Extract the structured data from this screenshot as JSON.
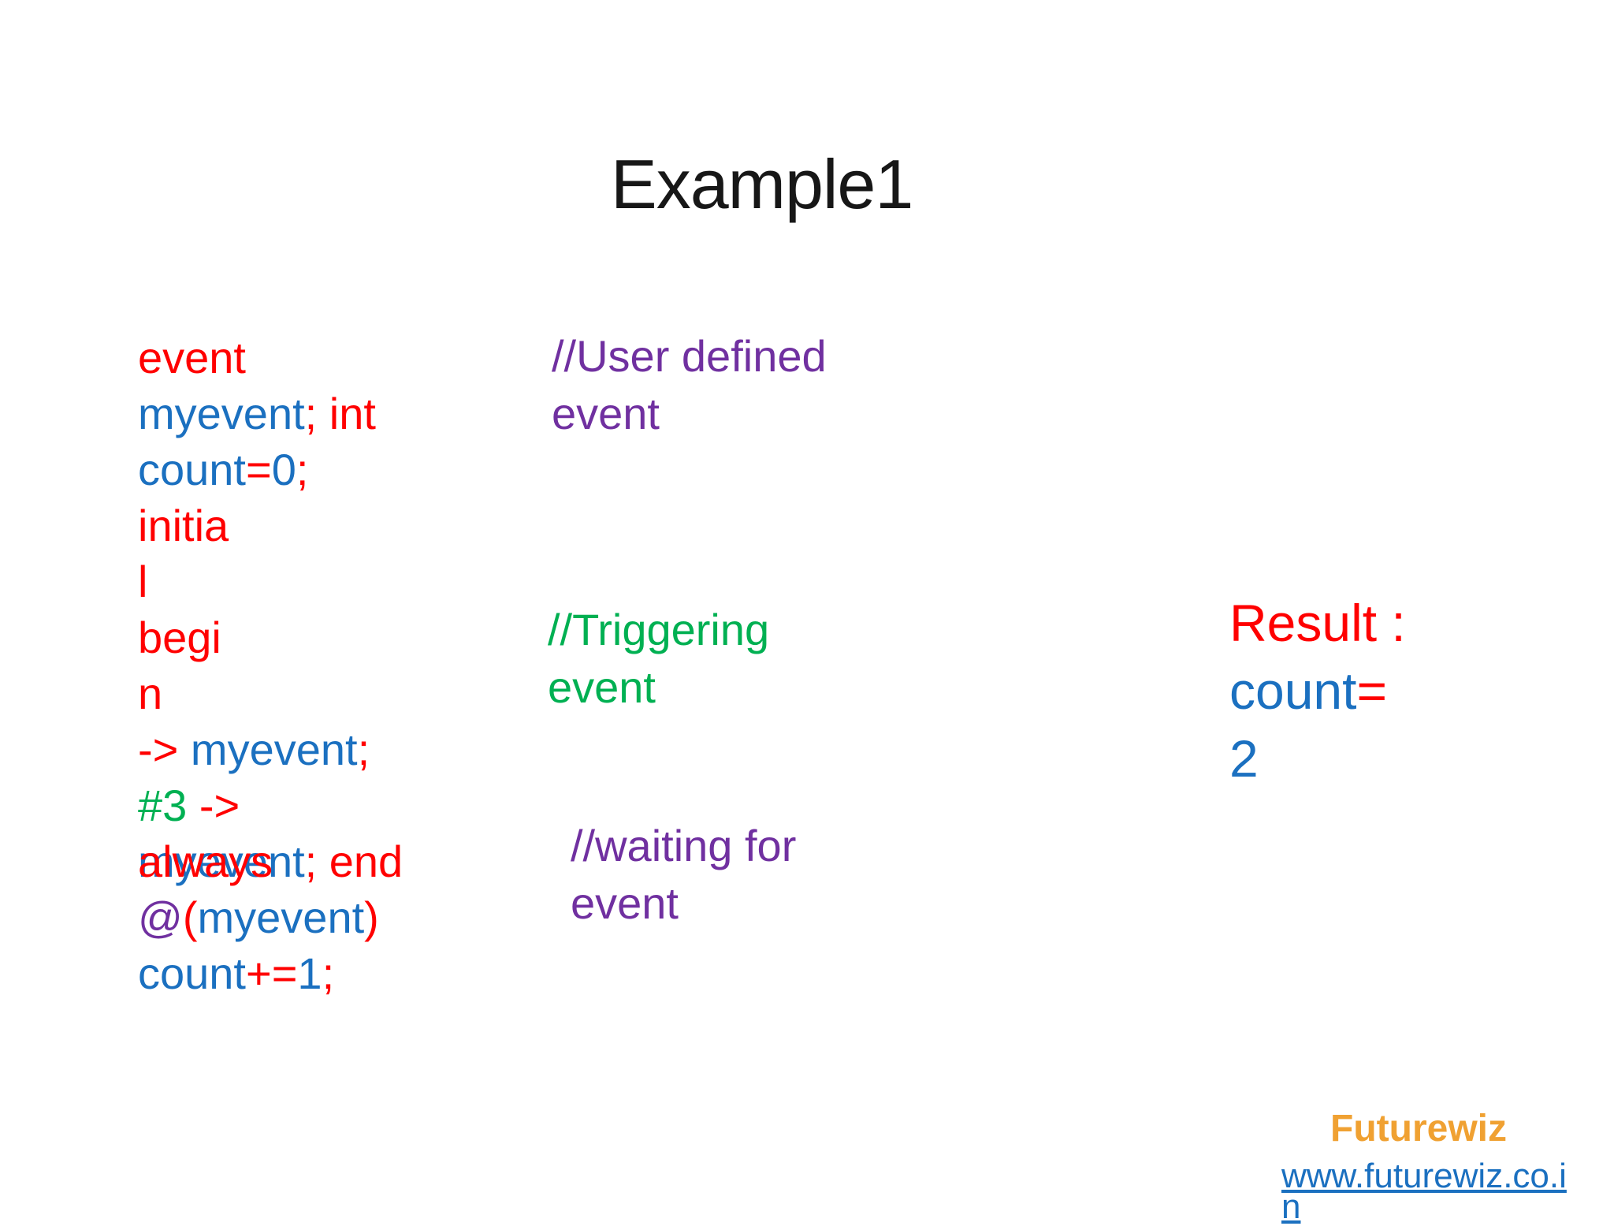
{
  "slide": {
    "title": "Example1",
    "colors": {
      "red": "#FF0000",
      "blue": "#1B70C0",
      "green": "#00B052",
      "purple": "#7030A0",
      "orange": "#F0A132",
      "title": "#171717"
    },
    "code_block": {
      "lines": [
        [
          {
            "t": "event",
            "c": "red"
          }
        ],
        [
          {
            "t": "myevent",
            "c": "blue"
          },
          {
            "t": "; int",
            "c": "red"
          }
        ],
        [
          {
            "t": "count",
            "c": "blue"
          },
          {
            "t": "=",
            "c": "red"
          },
          {
            "t": "0",
            "c": "blue"
          },
          {
            "t": ";",
            "c": "red"
          }
        ],
        [
          {
            "t": "initia",
            "c": "red"
          }
        ],
        [
          {
            "t": "l",
            "c": "red"
          }
        ],
        [
          {
            "t": "begi",
            "c": "red"
          }
        ],
        [
          {
            "t": "n",
            "c": "red"
          }
        ],
        [
          {
            "t": "-> ",
            "c": "red"
          },
          {
            "t": "myevent",
            "c": "blue"
          },
          {
            "t": ";",
            "c": "red"
          }
        ],
        [
          {
            "t": "#3 ",
            "c": "green"
          },
          {
            "t": "->",
            "c": "red"
          }
        ],
        [
          {
            "t": "myevent",
            "c": "blue"
          },
          {
            "t": "; end",
            "c": "red"
          }
        ]
      ]
    },
    "always_block": {
      "lines": [
        [
          {
            "t": "always",
            "c": "red"
          }
        ],
        [
          {
            "t": "@",
            "c": "purple"
          },
          {
            "t": "(",
            "c": "red"
          },
          {
            "t": "myevent",
            "c": "blue"
          },
          {
            "t": ")",
            "c": "red"
          }
        ],
        [
          {
            "t": "count",
            "c": "blue"
          },
          {
            "t": "+=",
            "c": "red"
          },
          {
            "t": "1",
            "c": "blue"
          },
          {
            "t": ";",
            "c": "red"
          }
        ]
      ]
    },
    "comments": [
      {
        "color": "purple",
        "lines": [
          "//User defined",
          "event"
        ]
      },
      {
        "color": "green",
        "lines": [
          "//Triggering",
          "event"
        ]
      },
      {
        "color": "purple",
        "lines": [
          "//waiting for",
          "event"
        ]
      }
    ],
    "result": {
      "lines": [
        [
          {
            "t": "Result :",
            "c": "red"
          }
        ],
        [
          {
            "t": "count",
            "c": "blue"
          },
          {
            "t": "=",
            "c": "red"
          }
        ],
        [
          {
            "t": "2",
            "c": "blue"
          }
        ]
      ]
    },
    "footer": {
      "brand": "Futurewiz",
      "link_lines": [
        "www.futurewiz.co.i",
        "n"
      ]
    }
  }
}
